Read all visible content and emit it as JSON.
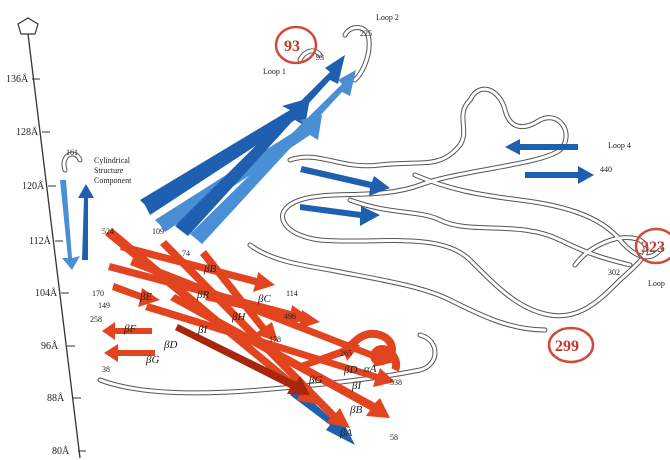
{
  "colors": {
    "blue_strand": "#1f5fb0",
    "blue_strand_light": "#4a8fd6",
    "red_strand": "#e2441f",
    "red_strand_dark": "#a8260e",
    "coil": "#ffffff",
    "coil_edge": "#555555",
    "circle_mark": "#d04a3a",
    "axis": "#333333"
  },
  "axis": {
    "top_icon": "pentagon-icon",
    "ticks": [
      "136Å",
      "128Å",
      "120Å",
      "112Å",
      "104Å",
      "96Å",
      "88Å",
      "80Å"
    ]
  },
  "labels": {
    "loop1": "Loop 1",
    "loop2": "Loop 2",
    "loop4": "Loop 4",
    "loop_right": "Loop",
    "cyl_line1": "Cylindrical",
    "cyl_line2": "Structure",
    "cyl_line3": "Component"
  },
  "circled_numbers": {
    "n93": "93",
    "n299": "299",
    "n323": "323"
  },
  "residues": {
    "r93": "93",
    "r225": "225",
    "r161": "161",
    "r440": "440",
    "r524": "524",
    "r74": "74",
    "r109": "109",
    "r114": "114",
    "r496": "496",
    "r170": "170",
    "r149": "149",
    "r258": "258",
    "r178": "178",
    "r265": "265",
    "r38": "38",
    "r538": "538",
    "r58": "58",
    "r302": "302"
  },
  "strands": {
    "bB": "βB",
    "bE": "βE",
    "bR": "βR",
    "bC": "βC",
    "bH": "βH",
    "bF": "βF",
    "bI": "βI",
    "bD": "βD",
    "bG": "βG",
    "bG2": "βG",
    "bD2": "βD",
    "bI2": "βI",
    "bB2": "βB",
    "bA": "βA",
    "aA": "αA"
  }
}
